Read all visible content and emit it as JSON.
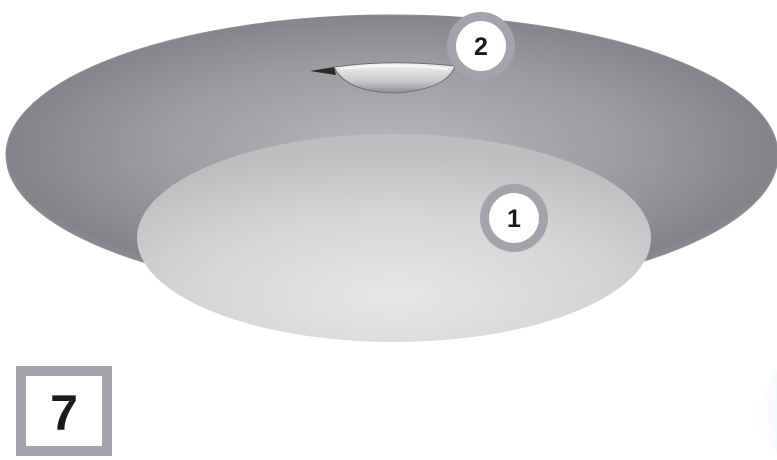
{
  "diagram": {
    "callouts": [
      {
        "label": "1",
        "part": "diffuser-lens"
      },
      {
        "label": "2",
        "part": "sensor"
      }
    ],
    "figure_number": "7"
  },
  "colors": {
    "housing_dark": "#77787b",
    "housing_light": "#a7a8ab",
    "diffuser_light": "#e4e5e7",
    "diffuser_edge": "#bfc0c2",
    "callout_ring": "#a3a4a7",
    "callout_fill": "#ffffff",
    "figure_box_border": "#a3a4a7",
    "accent_corner": "#dff1f4"
  }
}
